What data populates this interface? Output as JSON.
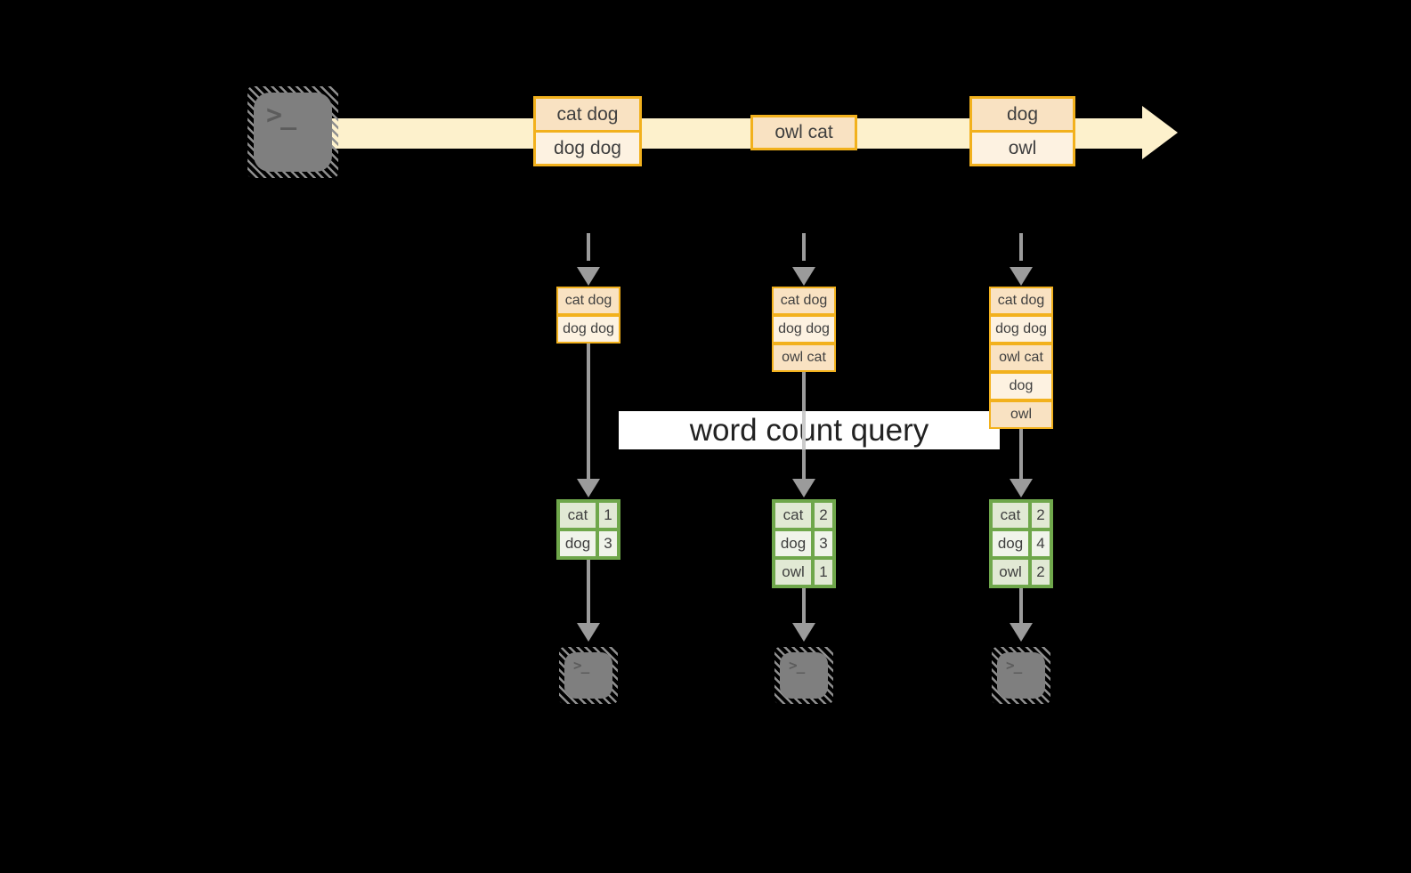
{
  "stream": {
    "batches": [
      {
        "records": [
          "cat dog",
          "dog dog"
        ]
      },
      {
        "records": [
          "owl cat"
        ]
      },
      {
        "records": [
          "dog",
          "owl"
        ]
      }
    ]
  },
  "query": {
    "label": "word count query"
  },
  "pipelines": [
    {
      "accumulated_records": [
        "cat dog",
        "dog dog"
      ],
      "word_counts": [
        {
          "word": "cat",
          "count": "1"
        },
        {
          "word": "dog",
          "count": "3"
        }
      ]
    },
    {
      "accumulated_records": [
        "cat dog",
        "dog dog",
        "owl cat"
      ],
      "word_counts": [
        {
          "word": "cat",
          "count": "2"
        },
        {
          "word": "dog",
          "count": "3"
        },
        {
          "word": "owl",
          "count": "1"
        }
      ]
    },
    {
      "accumulated_records": [
        "cat dog",
        "dog dog",
        "owl cat",
        "dog",
        "owl"
      ],
      "word_counts": [
        {
          "word": "cat",
          "count": "2"
        },
        {
          "word": "dog",
          "count": "4"
        },
        {
          "word": "owl",
          "count": "2"
        }
      ]
    }
  ],
  "icons": {
    "terminal_glyph": ">_"
  },
  "colors": {
    "background": "#000000",
    "stream_band": "#fdf1cc",
    "record_border": "#f2b11d",
    "record_fill_dark": "#f9e2c2",
    "record_fill_light": "#fdf2e1",
    "table_border": "#6fa74b",
    "table_fill_dark": "#e1e9d4",
    "table_fill_light": "#f0f4ea",
    "arrow_gray": "#9b9b9b",
    "terminal_gray": "#7f7f7f"
  }
}
